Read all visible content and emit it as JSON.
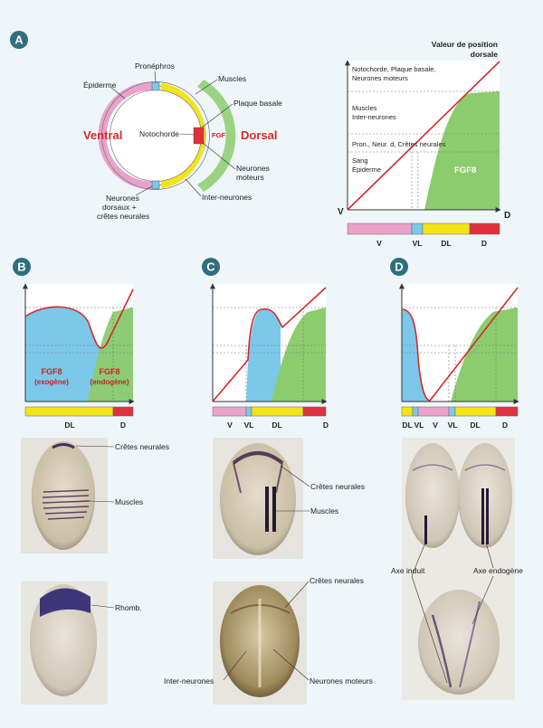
{
  "panels": {
    "a": {
      "letter": "A",
      "ventral": "Ventral",
      "dorsal": "Dorsal",
      "circle_labels": {
        "pronephros": "Pronéphros",
        "epiderme": "Épiderme",
        "muscles": "Muscles",
        "plaque_basale": "Plaque basale",
        "notochorde": "Notochorde",
        "fgf": "FGF",
        "neurones_moteurs_1": "Neurones",
        "neurones_moteurs_2": "moteurs",
        "inter_neurones": "Inter-neurones",
        "neurones_dorsaux_1": "Neurones",
        "neurones_dorsaux_2": "dorsaux +",
        "neurones_dorsaux_3": "crêtes neurales"
      },
      "graph": {
        "y_title_1": "Valeur de position",
        "y_title_2": "dorsale",
        "band1_1": "Notochorde, Plaque basale,",
        "band1_2": "Neurones moteurs",
        "band2_1": "Muscles",
        "band2_2": "Inter-neurones",
        "band3": "Pron., Neur. d, Crêtes neurales",
        "band4_1": "Sang",
        "band4_2": "Épiderme",
        "fgf8": "FGF8",
        "axis_v": "V",
        "axis_d": "D",
        "bar": [
          "V",
          "VL",
          "DL",
          "D"
        ]
      }
    },
    "b": {
      "letter": "B",
      "fgf8_exo_1": "FGF8",
      "fgf8_exo_2": "(exogène)",
      "fgf8_endo_1": "FGF8",
      "fgf8_endo_2": "(endogène)",
      "bar": [
        "DL",
        "D"
      ],
      "photo1_labels": [
        "Crêtes neurales",
        "Muscles"
      ],
      "photo2_labels": [
        "Rhomb."
      ]
    },
    "c": {
      "letter": "C",
      "bar": [
        "V",
        "VL",
        "DL",
        "D"
      ],
      "photo1_labels": [
        "Crêtes neurales",
        "Muscles"
      ],
      "photo2_labels": [
        "Crêtes neurales",
        "Inter-neurones",
        "Neurones moteurs"
      ]
    },
    "d": {
      "letter": "D",
      "bar": [
        "DL",
        "VL",
        "V",
        "VL",
        "DL",
        "D"
      ],
      "photo_labels": [
        "Axe induit",
        "Axe endogène"
      ]
    }
  },
  "colors": {
    "green": "#8ccc6e",
    "blue": "#7cc8ea",
    "pink": "#e9a3cb",
    "yellow": "#f4e416",
    "red": "#e0303e",
    "curve": "#d32b2b",
    "panel_badge": "#2f6f7f",
    "background": "#eef6f9"
  }
}
